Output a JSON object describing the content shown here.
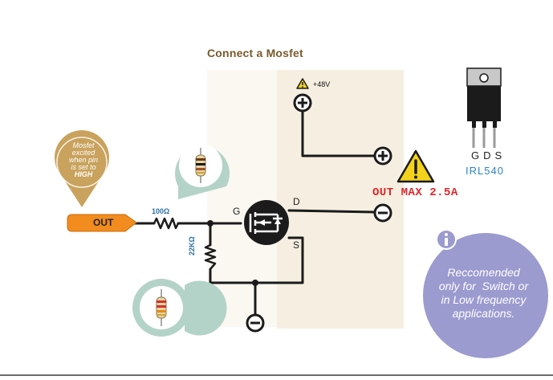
{
  "title": "Connect a Mosfet",
  "supply": {
    "label": "+48V"
  },
  "pins": {
    "gate": "G",
    "drain": "D",
    "source": "S"
  },
  "warning": {
    "text": "OUT MAX 2.5A"
  },
  "transistor": {
    "pinout": "GDS",
    "part_number": "IRL540"
  },
  "output_pin": {
    "label": "OUT"
  },
  "resistors": {
    "gate": "100Ω",
    "pulldown": "22KΩ"
  },
  "note_bubble": {
    "lines": [
      "Mosfet",
      "excited",
      "when pin",
      "is set to",
      "HIGH"
    ]
  },
  "info_bubble": {
    "lines": [
      "Reccomended",
      "only for  Switch or",
      "in Low frequency",
      "applications."
    ]
  },
  "colors": {
    "panel": "#f6efe1",
    "wire": "#1b1b1b",
    "out_pin": "#f28c1e",
    "note_bubble": "#c9a25d",
    "resistor_bubble": "#b4d3c8",
    "info_bubble": "#9b9bd0",
    "warning": "#f3d21b",
    "accent_red": "#e0262a",
    "accent_blue": "#2a86c5"
  }
}
